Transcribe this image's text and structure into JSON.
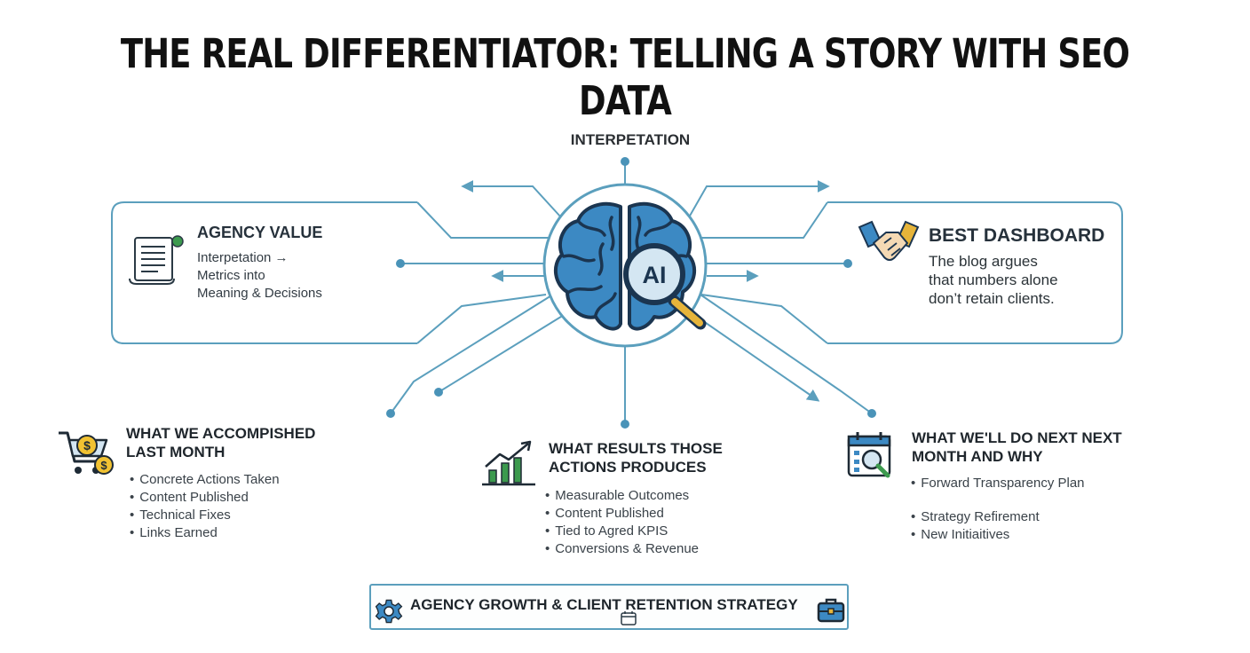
{
  "title": "THE REAL DIFFERENTIATOR: TELLING A STORY WITH SEO DATA",
  "hub": {
    "label": "INTERPETATION",
    "badge": "AI",
    "icon": "brain-magnifier-icon"
  },
  "agency_value": {
    "title": "AGENCY VALUE",
    "lines": [
      "Interpetation →",
      "Metrics into",
      "Meaning & Decisions"
    ],
    "icon": "document-scroll-icon"
  },
  "best_dashboard": {
    "title": "BEST DASHBOARD",
    "lines": [
      "The blog argues",
      "that numbers alone",
      "don’t retain clients."
    ],
    "icon": "handshake-icon"
  },
  "accomplished": {
    "title_lines": [
      "WHAT WE ACCOMPISHED",
      "LAST MONTH"
    ],
    "items": [
      "Concrete Actions Taken",
      "Content Published",
      "Technical Fixes",
      "Links Earned"
    ],
    "icon": "cart-dollar-icon"
  },
  "results": {
    "title_lines": [
      "WHAT RESULTS THOSE",
      "ACTIONS PRODUCES"
    ],
    "items": [
      "Measurable Outcomes",
      "Content Published",
      "Tied to Agred KPIS",
      "Conversions & Revenue"
    ],
    "icon": "growth-chart-icon"
  },
  "next_month": {
    "title_lines": [
      "WHAT WE'LL DO NEXT NEXT",
      "MONTH AND WHY"
    ],
    "items": [
      "Forward Transparency Plan",
      "Strategy Refirement",
      "New Initiaitives"
    ],
    "icon": "calendar-search-icon"
  },
  "footer": {
    "text": "AGENCY GROWTH & CLIENT RETENTION STRATEGY",
    "icons": [
      "gear-icon",
      "calendar-icon",
      "briefcase-icon"
    ]
  },
  "colors": {
    "line": "#5b9fbd",
    "brain": "#3c89c3",
    "brain_dark": "#1b3550",
    "magnifier_handle": "#e6b43a",
    "chart_green": "#3c9a4e",
    "coin_gold": "#f1c232"
  }
}
